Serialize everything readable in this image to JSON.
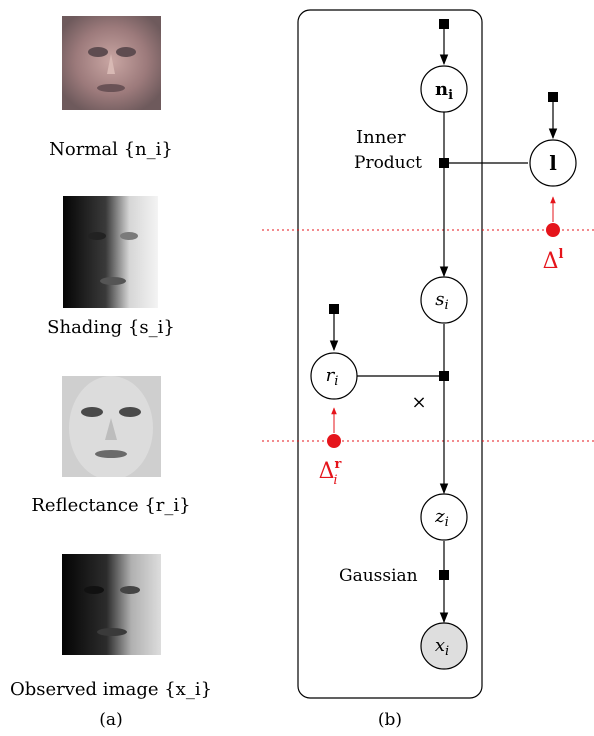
{
  "panel_a": {
    "label": "(a)",
    "items": [
      {
        "caption": "Normal {n_i}"
      },
      {
        "caption": "Shading {s_i}"
      },
      {
        "caption": "Reflectance {r_i}"
      },
      {
        "caption": "Observed image {x_i}"
      }
    ]
  },
  "panel_b": {
    "label": "(b)",
    "nodes": {
      "n": {
        "name": "n",
        "sub": "i"
      },
      "l": {
        "name": "l"
      },
      "s": {
        "name": "s",
        "sub": "i"
      },
      "r": {
        "name": "r",
        "sub": "i"
      },
      "z": {
        "name": "z",
        "sub": "i"
      },
      "x": {
        "name": "x",
        "sub": "i"
      }
    },
    "factor_labels": {
      "inner_1": "Inner",
      "inner_2": "Product",
      "times": "×",
      "gaussian": "Gaussian"
    },
    "deltas": {
      "light": {
        "symbol": "Δ",
        "sup": "l"
      },
      "reflect": {
        "symbol": "Δ",
        "sup": "r",
        "sub": "i"
      }
    }
  },
  "colors": {
    "accent_red": "#e5141b",
    "observed_fill": "#dedede"
  }
}
